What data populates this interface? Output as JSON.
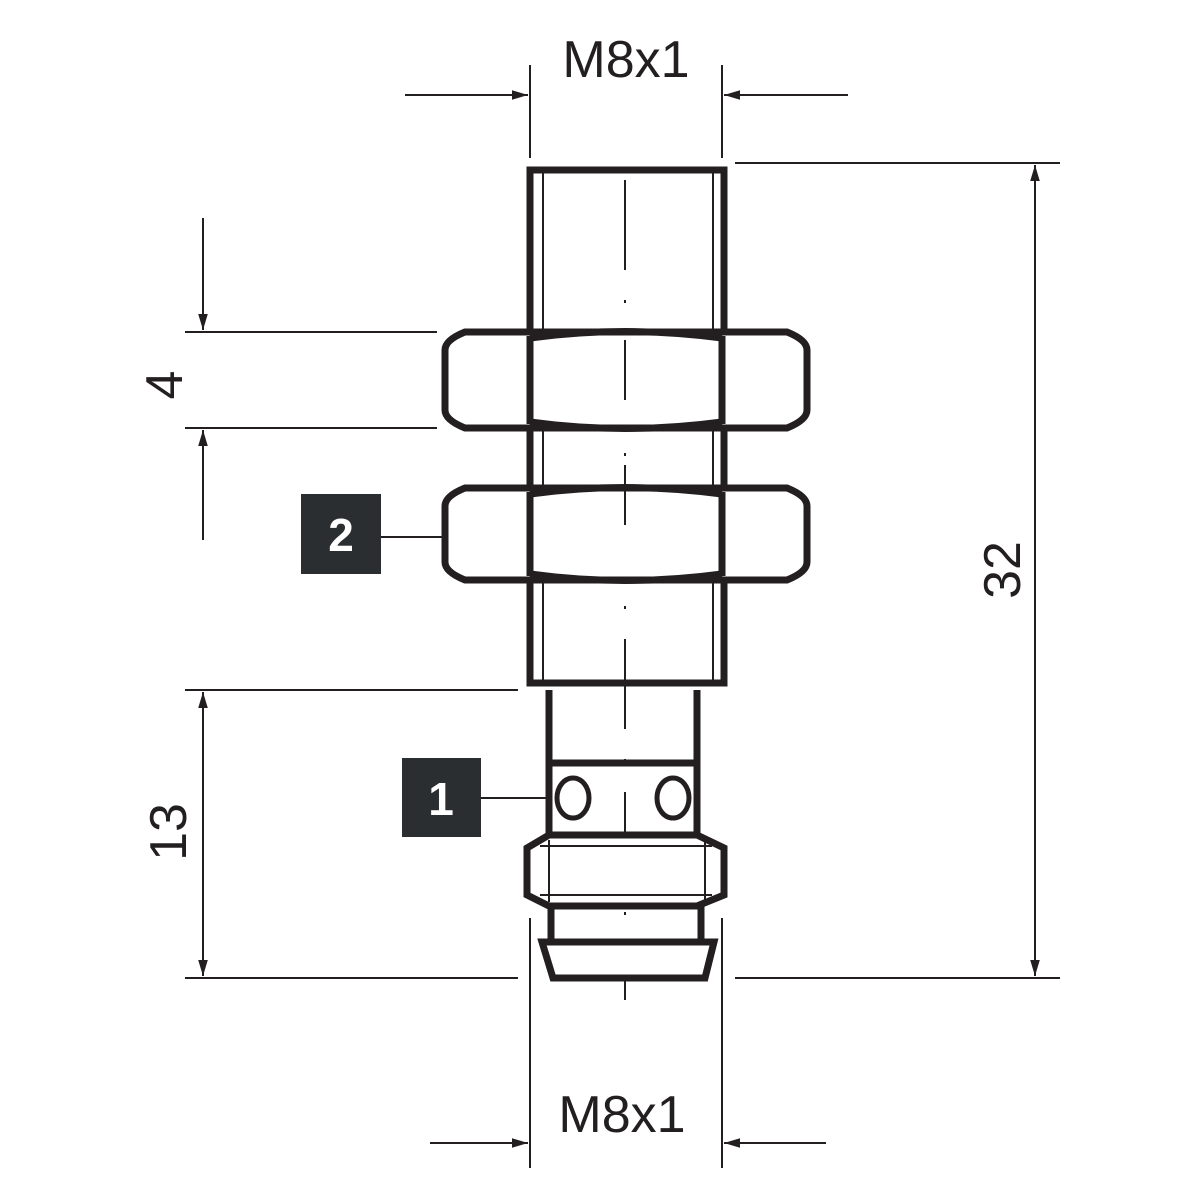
{
  "dimensions": {
    "top_thread": "M8x1",
    "bottom_thread": "M8x1",
    "overall_length": "32",
    "nut_thickness": "4",
    "connector_length": "13"
  },
  "callouts": [
    {
      "label": "1"
    },
    {
      "label": "2"
    }
  ],
  "colors": {
    "line": "#231f20",
    "badge": "#2a2e30"
  }
}
